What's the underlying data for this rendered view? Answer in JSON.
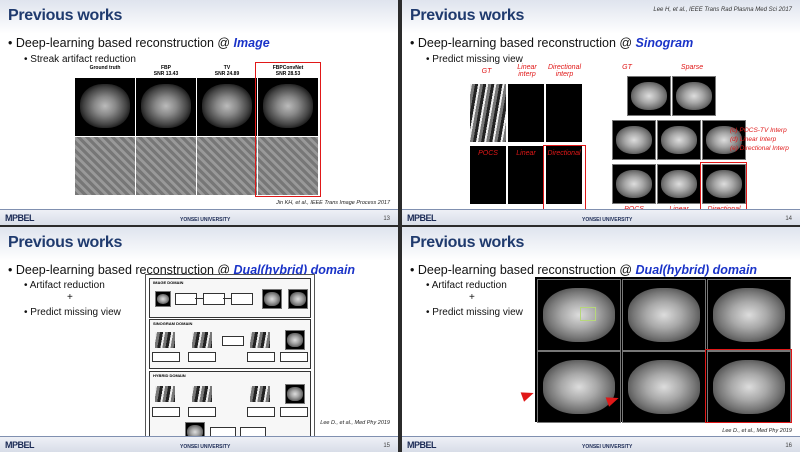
{
  "slides": [
    {
      "title": "Previous works",
      "bullet": "Deep-learning based reconstruction @ ",
      "emphasis": "Image",
      "sub1": "Streak artifact reduction",
      "fig_labels": [
        "Ground truth",
        "FBP",
        "TV",
        "FBPConvNet"
      ],
      "fig_snr": [
        "",
        "SNR 13.43",
        "SNR 24.89",
        "SNR 28.53"
      ],
      "ref": "Jin KH, et al., IEEE Trans Image Process 2017",
      "page": "13"
    },
    {
      "title": "Previous works",
      "ref_top": "Lee H, et al., IEEE Trans Rad Plasma Med Sci 2017",
      "bullet": "Deep-learning based reconstruction @ ",
      "emphasis": "Sinogram",
      "sub1": "Predict missing view",
      "red_labels": {
        "gt": "GT",
        "linear": "Linear interp",
        "directional": "Directional interp",
        "gt2": "GT",
        "sparse": "Sparse",
        "pocs": "POCS",
        "linear2": "Linear",
        "directional2": "Directional"
      },
      "legend": [
        "(c) POCS-TV Interp",
        "(d) Linear Interp",
        "(e) Directional Interp"
      ],
      "page": "14"
    },
    {
      "title": "Previous works",
      "bullet": "Deep-learning based reconstruction @ ",
      "emphasis": "Dual(hybrid) domain",
      "sub1": "Artifact reduction",
      "plus": "+",
      "sub2": "Predict missing view",
      "domains": [
        "IMAGE DOMAIN",
        "SINOGRAM DOMAIN",
        "HYBRID DOMAIN"
      ],
      "ref": "Lee D., et al., Med Phy 2019",
      "page": "15"
    },
    {
      "title": "Previous works",
      "bullet": "Deep-learning based reconstruction @ ",
      "emphasis": "Dual(hybrid) domain",
      "sub1": "Artifact reduction",
      "plus": "+",
      "sub2": "Predict missing view",
      "ref": "Lee D., et al., Med Phy 2019",
      "page": "16"
    }
  ],
  "footer": {
    "logo": "MPBEL",
    "university": "YONSEI UNIVERSITY"
  }
}
